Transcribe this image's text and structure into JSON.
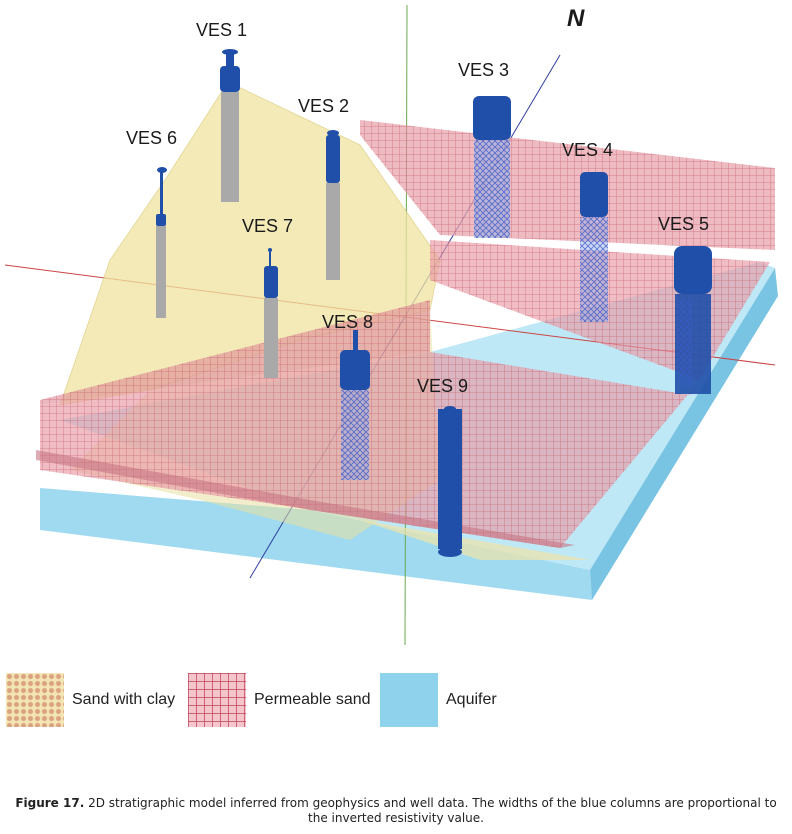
{
  "north_label": "N",
  "ves_labels": {
    "v1": "VES 1",
    "v2": "VES 2",
    "v3": "VES 3",
    "v4": "VES 4",
    "v5": "VES 5",
    "v6": "VES 6",
    "v7": "VES 7",
    "v8": "VES 8",
    "v9": "VES 9"
  },
  "legend": {
    "sand_clay": "Sand with clay",
    "permeable_sand": "Permeable sand",
    "aquifer": "Aquifer"
  },
  "caption": {
    "figure": "Figure 17.",
    "text": " 2D stratigraphic model inferred from geophysics and well data. The widths of the blue columns are proportional to the inverted resistivity value."
  },
  "colors": {
    "column_blue": "#1f4fa8",
    "column_grey": "#a9a9a9",
    "sand_clay": "#f0e4a0",
    "permeable_sand": "#d9737f",
    "aquifer": "#8fd2ec"
  }
}
